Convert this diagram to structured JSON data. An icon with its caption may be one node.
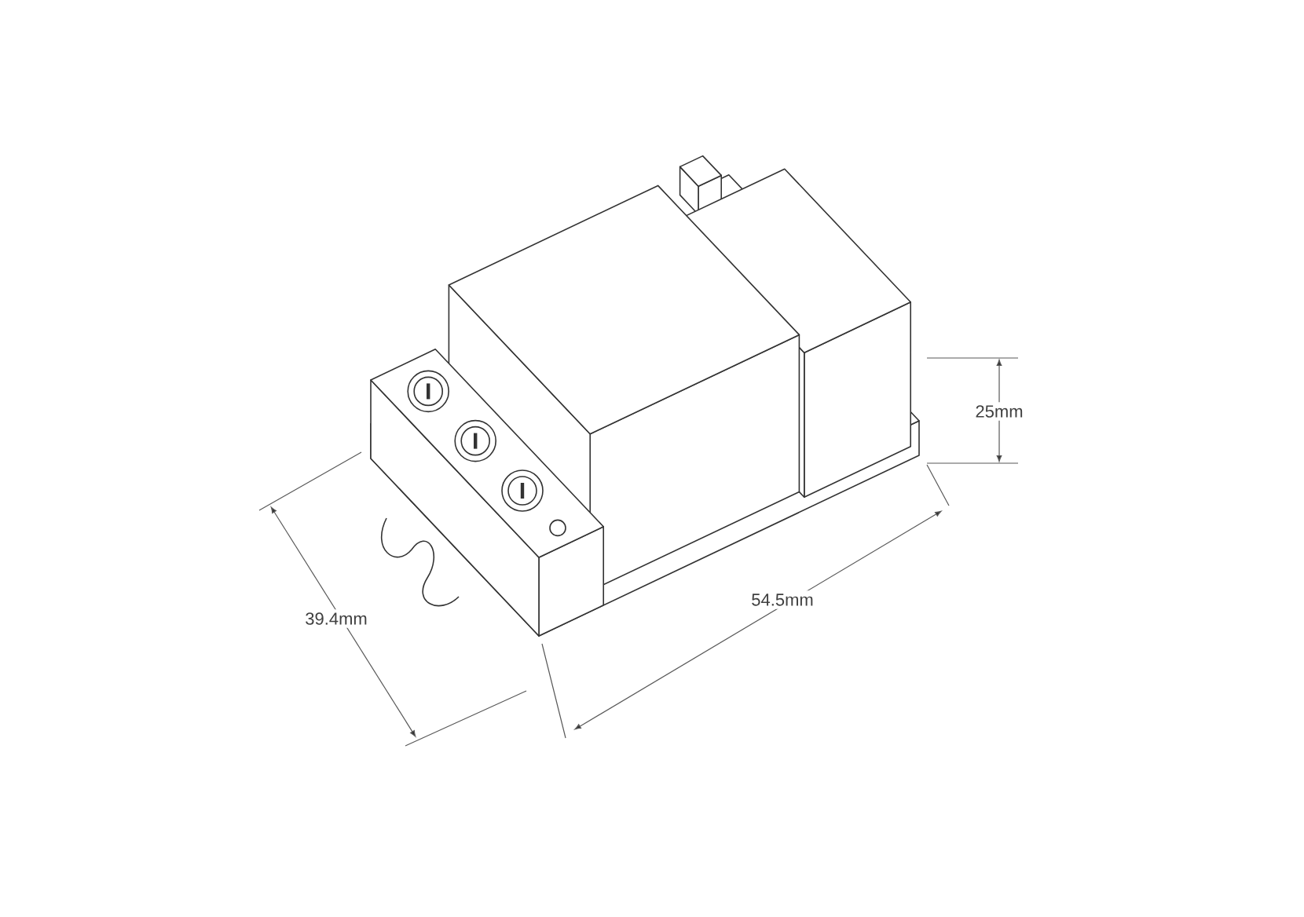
{
  "diagram": {
    "labels": [
      "25mm",
      "54.5mm",
      "39.4mm"
    ]
  }
}
